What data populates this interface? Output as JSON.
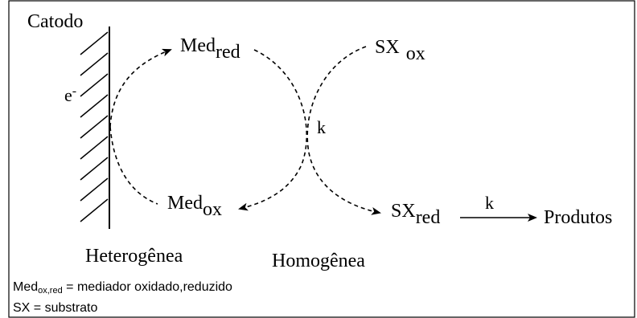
{
  "labels": {
    "cathode": "Catodo",
    "electron": "e",
    "electron_sup": "-",
    "med_red_base": "Med",
    "med_red_sub": "red",
    "med_ox_base": "Med",
    "med_ox_sub": "ox",
    "sx_ox_base": "SX",
    "sx_ox_sub": "ox",
    "sx_red_base": "SX",
    "sx_red_sub": "red",
    "k_homogeneous": "k",
    "k_products": "k",
    "products": "Produtos",
    "heterogeneous": "Heterogênea",
    "homogeneous": "Homogênea"
  },
  "legend": {
    "line1_base": "Med",
    "line1_sub": "ox,red",
    "line1_rest": " = mediador oxidado,reduzido",
    "line2": "SX = substrato"
  }
}
